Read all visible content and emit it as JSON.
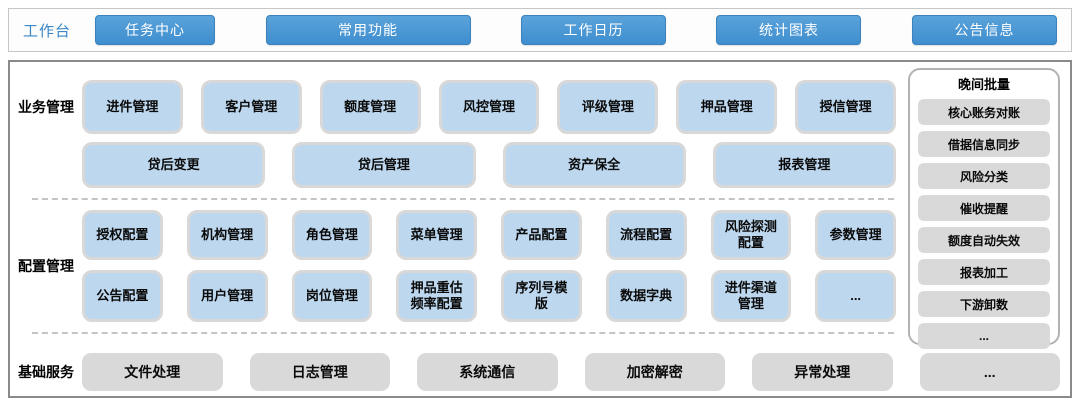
{
  "topbar": {
    "label": "工作台",
    "buttons": [
      "任务中心",
      "常用功能",
      "工作日历",
      "统计图表",
      "公告信息"
    ]
  },
  "sections": {
    "business": {
      "label": "业务管理",
      "row1": [
        "进件管理",
        "客户管理",
        "额度管理",
        "风控管理",
        "评级管理",
        "押品管理",
        "授信管理"
      ],
      "row2": [
        "贷后变更",
        "贷后管理",
        "资产保全",
        "报表管理"
      ]
    },
    "config": {
      "label": "配置管理",
      "row1": [
        "授权配置",
        "机构管理",
        "角色管理",
        "菜单管理",
        "产品配置",
        "流程配置",
        "风险探测配置",
        "参数管理"
      ],
      "row2": [
        "公告配置",
        "用户管理",
        "岗位管理",
        "押品重估频率配置",
        "序列号模版",
        "数据字典",
        "进件渠道管理",
        "..."
      ]
    },
    "base": {
      "label": "基础服务",
      "row": [
        "文件处理",
        "日志管理",
        "系统通信",
        "加密解密",
        "异常处理",
        "..."
      ]
    }
  },
  "night_batch": {
    "title": "晚间批量",
    "items": [
      "核心账务对账",
      "借据信息同步",
      "风险分类",
      "催收提醒",
      "额度自动失效",
      "报表加工",
      "下游卸数",
      "..."
    ]
  },
  "colors": {
    "top_button_blue": "#4796d6",
    "module_light_blue": "#bdd7ee",
    "service_gray": "#d9d9d9",
    "workbench_label_blue": "#3a86c6"
  }
}
